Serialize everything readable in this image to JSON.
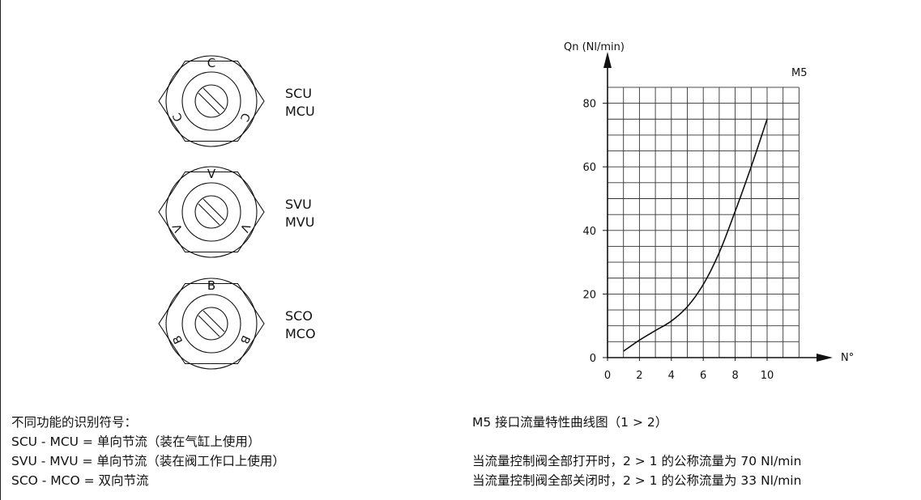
{
  "fittings": [
    {
      "top": "C",
      "left": "C",
      "right": "C",
      "labels": [
        "SCU",
        "MCU"
      ]
    },
    {
      "top": "V",
      "left": "V",
      "right": "V",
      "labels": [
        "SVU",
        "MVU"
      ]
    },
    {
      "top": "B",
      "left": "B",
      "right": "B",
      "labels": [
        "SCO",
        "MCO"
      ]
    }
  ],
  "chart_data": {
    "type": "line",
    "title": "",
    "ylabel": "Qn (Nl/min)",
    "xlabel": "N°",
    "series_label": "M5",
    "xlim": [
      0,
      12
    ],
    "ylim": [
      0,
      85
    ],
    "xticks": [
      0,
      2,
      4,
      6,
      8,
      10
    ],
    "yticks": [
      0,
      20,
      40,
      60,
      80
    ],
    "grid": true,
    "series": [
      {
        "name": "M5",
        "x": [
          1,
          2,
          3,
          4,
          5,
          6,
          7,
          8,
          9,
          10
        ],
        "y": [
          2,
          5.5,
          8.5,
          11.5,
          16,
          23,
          33,
          46,
          60,
          75
        ]
      }
    ]
  },
  "captions": {
    "left": [
      "不同功能的识别符号：",
      "SCU - MCU = 单向节流（装在气缸上使用）",
      "SVU - MVU = 单向节流（装在阀工作口上使用）",
      "SCO - MCO = 双向节流"
    ],
    "right_title": "M5 接口流量特性曲线图（1 > 2）",
    "right_lines": [
      "当流量控制阀全部打开时，2 > 1 的公称流量为 70 Nl/min",
      "当流量控制阀全部关闭时，2 > 1 的公称流量为 33 Nl/min"
    ]
  }
}
